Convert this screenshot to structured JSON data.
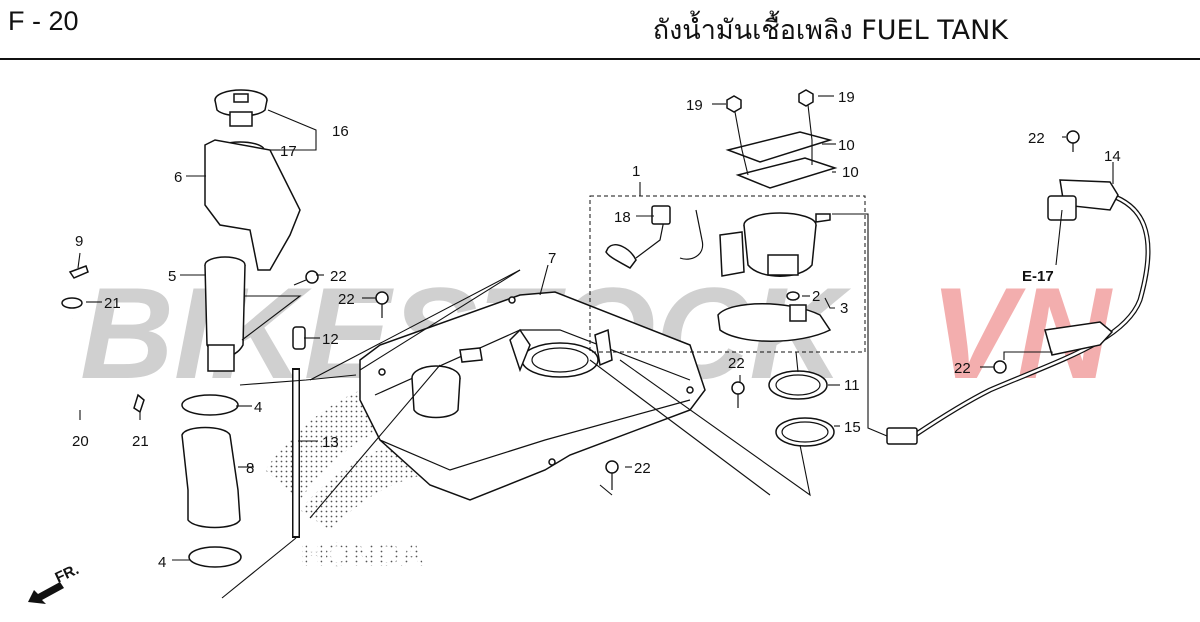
{
  "header": {
    "page_code": "F - 20",
    "title": "ถังน้ำมันเชื้อเพลิง  FUEL TANK"
  },
  "watermark": {
    "part1": "BIKESTOCK",
    "part2": "VN",
    "color1": "#c8c8c8",
    "color2": "#f2a0a0"
  },
  "labels": {
    "p1": "1",
    "p2": "2",
    "p3": "3",
    "p4a": "4",
    "p4b": "4",
    "p5": "5",
    "p6": "6",
    "p7": "7",
    "p8": "8",
    "p9": "9",
    "p10a": "10",
    "p10b": "10",
    "p11": "11",
    "p12": "12",
    "p13": "13",
    "p14": "14",
    "p15": "15",
    "p16": "16",
    "p17": "17",
    "p18": "18",
    "p19a": "19",
    "p19b": "19",
    "p20": "20",
    "p21a": "21",
    "p21b": "21",
    "p22a": "22",
    "p22b": "22",
    "p22c": "22",
    "p22d": "22",
    "p22e": "22",
    "p22f": "22"
  },
  "reference": "E-17",
  "front_marker": "FR.",
  "honda_mark": "HONDA"
}
